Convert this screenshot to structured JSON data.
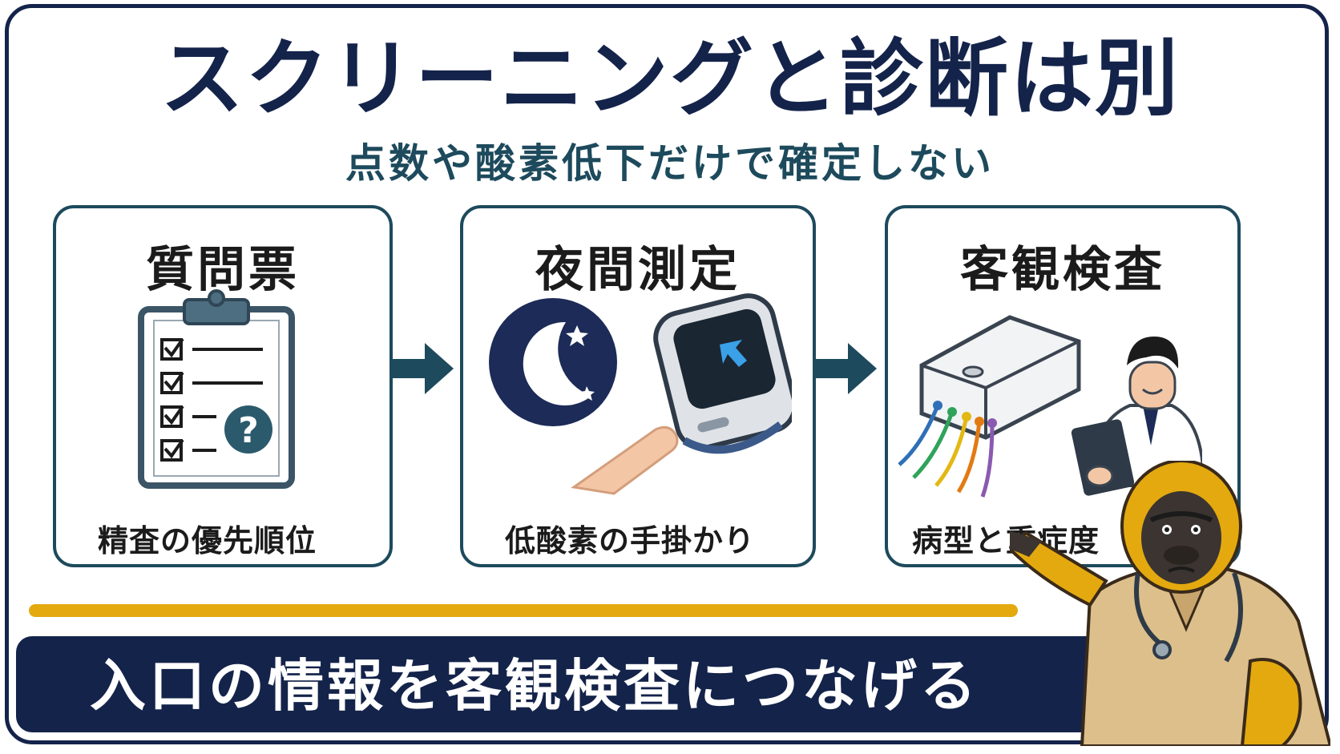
{
  "title": "スクリーニングと診断は別",
  "subtitle": "点数や酸素低下だけで確定しない",
  "steps": [
    {
      "title": "質問票",
      "caption": "精査の優先順位",
      "icon": "clipboard-checklist-icon"
    },
    {
      "title": "夜間測定",
      "caption": "低酸素の手掛かり",
      "icon": "pulse-oximeter-icon"
    },
    {
      "title": "客観検査",
      "caption": "病型と重症度",
      "icon": "sleep-test-device-doctor-icon"
    }
  ],
  "conclusion": "入口の情報を客観検査につなげる",
  "colors": {
    "navy": "#14234a",
    "teal": "#1d4a5c",
    "gold": "#e3a90f"
  }
}
